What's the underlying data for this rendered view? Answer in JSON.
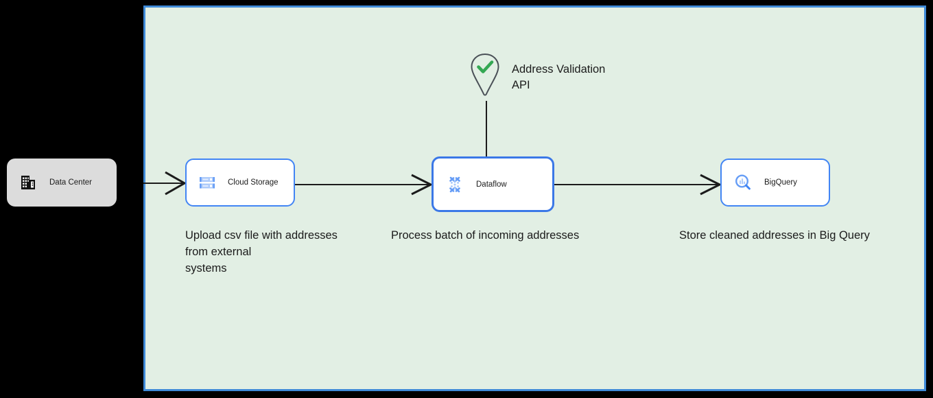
{
  "canvas": {
    "background_color": "#e2efe4",
    "border_color": "#3f8ad8",
    "outside_color": "#000000"
  },
  "nodes": [
    {
      "id": "data-center",
      "label": "Data Center",
      "icon": "office-building-icon",
      "style": "on-premise",
      "fill": "#dcdcdc"
    },
    {
      "id": "cloud-storage",
      "label": "Cloud Storage",
      "icon": "cloud-storage-icon",
      "style": "gcp-service",
      "fill": "#ffffff",
      "border": "#4285f4",
      "selected": false
    },
    {
      "id": "dataflow",
      "label": "Dataflow",
      "icon": "dataflow-icon",
      "style": "gcp-service",
      "fill": "#ffffff",
      "border": "#3b78e7",
      "selected": true
    },
    {
      "id": "bigquery",
      "label": "BigQuery",
      "icon": "bigquery-icon",
      "style": "gcp-service",
      "fill": "#ffffff",
      "border": "#4285f4",
      "selected": false
    },
    {
      "id": "address-validation-api",
      "label": "Address Validation\nAPI",
      "icon": "location-marker-check-icon",
      "style": "external-api",
      "accent": "#34a853"
    }
  ],
  "captions": {
    "storage": "Upload csv file with addresses\nfrom external\nsystems",
    "dataflow": "Process batch of incoming addresses",
    "bigquery": "Store cleaned addresses in Big Query"
  },
  "connectors": [
    {
      "id": "datacenter-to-storage",
      "from": "data-center",
      "to": "cloud-storage",
      "arrow": "right"
    },
    {
      "id": "storage-to-dataflow",
      "from": "cloud-storage",
      "to": "dataflow",
      "arrow": "right"
    },
    {
      "id": "dataflow-to-bigquery",
      "from": "dataflow",
      "to": "bigquery",
      "arrow": "right"
    },
    {
      "id": "api-to-dataflow",
      "from": "address-validation-api",
      "to": "dataflow",
      "arrow": "none"
    }
  ]
}
